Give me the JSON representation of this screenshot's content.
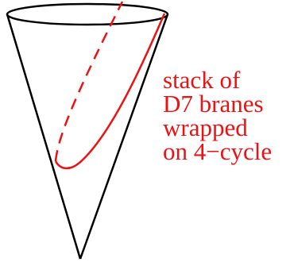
{
  "diagram": {
    "cone_color": "#000000",
    "brane_color": "#ee1111",
    "label_lines": [
      "stack of",
      "D7 branes",
      "wrapped",
      "on 4−cycle"
    ]
  }
}
